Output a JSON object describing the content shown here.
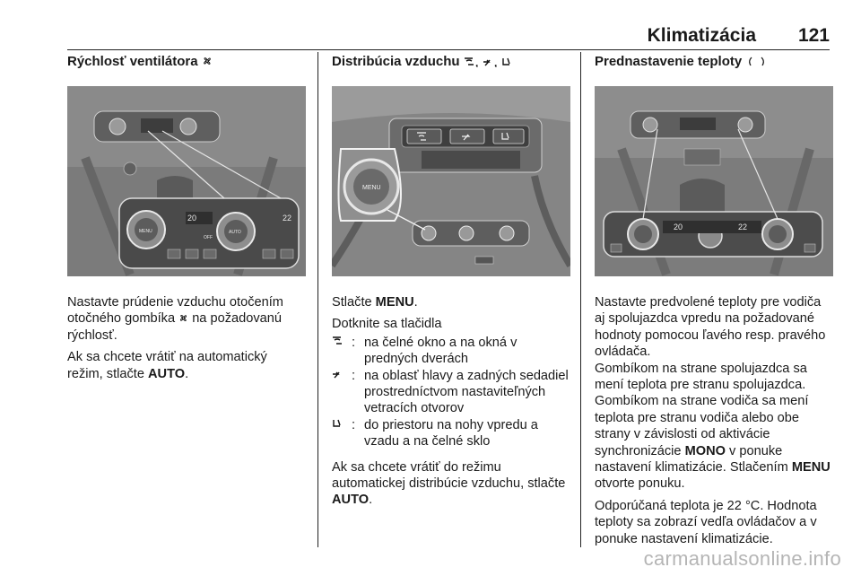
{
  "header": {
    "chapter": "Klimatizácia",
    "page_number": "121"
  },
  "col1": {
    "title": "Rýchlosť ventilátora",
    "title_icon": "fan-icon",
    "figure_icon": "fan-speed-knob-photo",
    "p1": "Nastavte prúdenie vzduchu otočením otočného gombíka",
    "p1_after_icon": " na požadovanú rýchlosť.",
    "p2_before": "Ak sa chcete vrátiť na automatický režim, stlačte ",
    "p2_bold": "AUTO",
    "p2_after": "."
  },
  "col2": {
    "title": "Distribúcia vzduchu",
    "title_icon": "air-distribution-icons",
    "menu_label": "MENU",
    "p1_before": "Stlačte ",
    "p1_bold": "MENU",
    "p1_after": ".",
    "p2": "Dotknite sa tlačidla",
    "items": [
      {
        "icon": "windscreen-air-icon",
        "text": "na čelné okno a na okná v predných dverách"
      },
      {
        "icon": "head-air-icon",
        "text": "na oblasť hlavy a zadných sedadiel prostredníctvom nastaviteľných vetracích otvorov"
      },
      {
        "icon": "footwell-air-icon",
        "text": "do priestoru na nohy vpredu a vzadu a na čelné sklo"
      }
    ],
    "p3_before": "Ak sa chcete vrátiť do režimu automatickej distribúcie vzduchu, stlačte ",
    "p3_bold": "AUTO",
    "p3_after": "."
  },
  "col3": {
    "title": "Prednastavenie teploty",
    "title_icon": "temperature-knob-icon",
    "figure_icon": "temperature-knobs-photo",
    "p1": "Nastavte predvolené teploty pre vodiča aj spolujazdca vpredu na požadované hodnoty pomocou ľavého resp. pravého ovládača.",
    "p2": "Gombíkom na strane spolujazdca sa mení teplota pre stranu spolujazdca.",
    "p3_before": "Gombíkom na strane vodiča sa mení teplota pre stranu vodiča alebo obe strany v závislosti od aktivácie synchronizácie ",
    "p3_bold1": "MONO",
    "p3_mid": " v ponuke nastavení klimatizácie. Stlačením ",
    "p3_bold2": "MENU",
    "p3_after": " otvorte ponuku.",
    "p4": "Odporúčaná teplota je 22 °C. Hodnota teploty sa zobrazí vedľa ovládačov a v ponuke nastavení klimatizácie."
  },
  "display": {
    "temp_left": "20",
    "temp_right": "22",
    "off": "OFF",
    "auto": "AUTO"
  },
  "footer": {
    "watermark": "carmanualsonline.info"
  }
}
